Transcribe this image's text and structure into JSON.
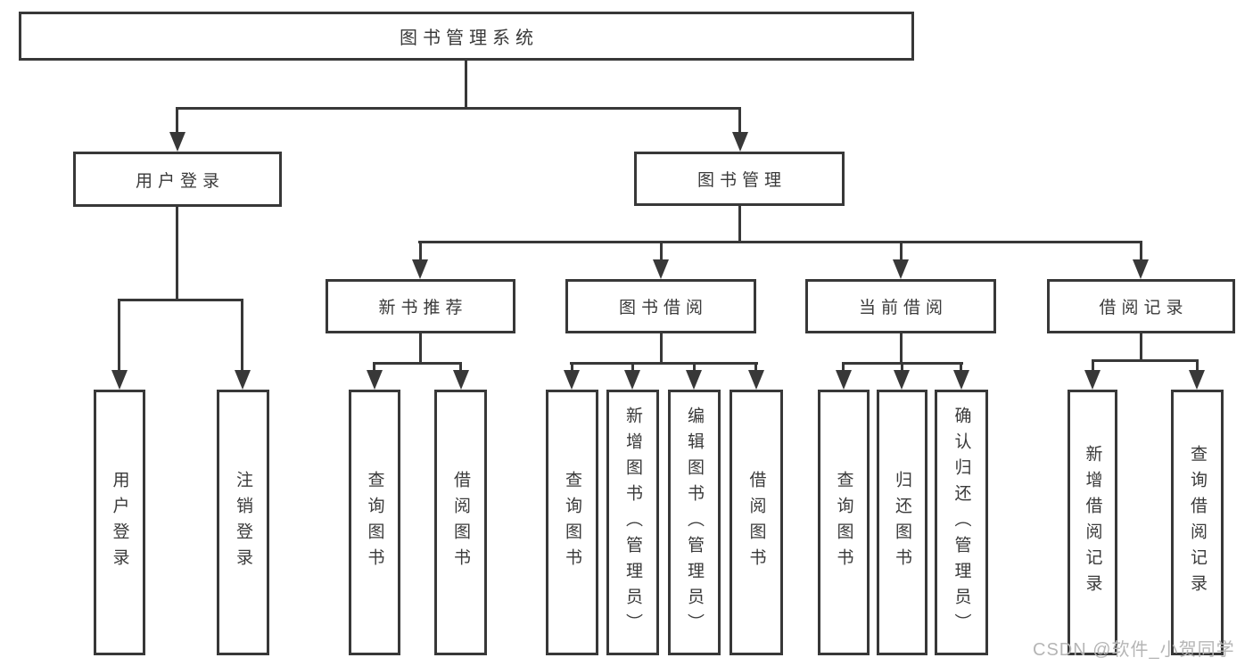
{
  "watermark": "CSDN @软件_小贺同学",
  "colors": {
    "line": "#383838",
    "text": "#3a3a3a",
    "watermark": "#b5b5b5",
    "background": "#ffffff"
  },
  "tree": {
    "root": {
      "label": "图书管理系统"
    },
    "branches": [
      {
        "label": "用户登录",
        "children": [
          {
            "label": "用户登录"
          },
          {
            "label": "注销登录"
          }
        ]
      },
      {
        "label": "图书管理",
        "children": [
          {
            "label": "新书推荐",
            "children": [
              {
                "label": "查询图书"
              },
              {
                "label": "借阅图书"
              }
            ]
          },
          {
            "label": "图书借阅",
            "children": [
              {
                "label": "查询图书"
              },
              {
                "label": "新增图书（管理员）"
              },
              {
                "label": "编辑图书（管理员）"
              },
              {
                "label": "借阅图书"
              }
            ]
          },
          {
            "label": "当前借阅",
            "children": [
              {
                "label": "查询图书"
              },
              {
                "label": "归还图书"
              },
              {
                "label": "确认归还（管理员）"
              }
            ]
          },
          {
            "label": "借阅记录",
            "children": [
              {
                "label": "新增借阅记录"
              },
              {
                "label": "查询借阅记录"
              }
            ]
          }
        ]
      }
    ]
  }
}
